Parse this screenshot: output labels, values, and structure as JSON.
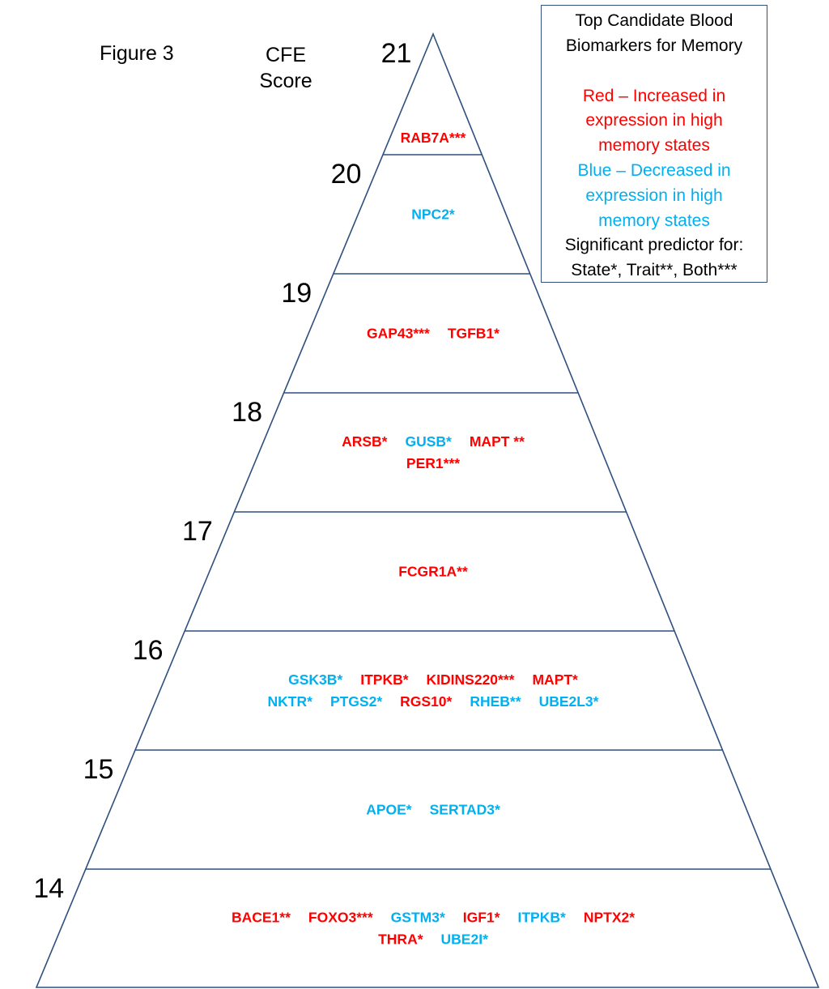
{
  "figure_label": "Figure 3",
  "score_header": [
    "CFE",
    "Score"
  ],
  "legend": {
    "title": [
      "Top Candidate Blood",
      "Biomarkers for Memory"
    ],
    "red_text": [
      "Red – Increased in",
      "expression in high",
      "memory states"
    ],
    "blue_text": [
      "Blue – Decreased in",
      "expression in high",
      "memory states"
    ],
    "predictor_text": [
      "Significant predictor for:",
      "State*, Trait**, Both***"
    ]
  },
  "colors": {
    "increased": "#ff0000",
    "decreased": "#00b0f0",
    "outline": "#2f4f7f"
  },
  "tiers": [
    {
      "score": "21",
      "lines": [
        [
          {
            "gene": "RAB7A***",
            "dir": "up"
          }
        ]
      ]
    },
    {
      "score": "20",
      "lines": [
        [
          {
            "gene": "NPC2*",
            "dir": "down"
          }
        ]
      ]
    },
    {
      "score": "19",
      "lines": [
        [
          {
            "gene": "GAP43***",
            "dir": "up"
          },
          {
            "gene": "TGFB1*",
            "dir": "up"
          }
        ]
      ]
    },
    {
      "score": "18",
      "lines": [
        [
          {
            "gene": "ARSB*",
            "dir": "up"
          },
          {
            "gene": "GUSB*",
            "dir": "down"
          },
          {
            "gene": "MAPT **",
            "dir": "up"
          }
        ],
        [
          {
            "gene": "PER1***",
            "dir": "up"
          }
        ]
      ]
    },
    {
      "score": "17",
      "lines": [
        [
          {
            "gene": "FCGR1A**",
            "dir": "up"
          }
        ]
      ]
    },
    {
      "score": "16",
      "lines": [
        [
          {
            "gene": "GSK3B*",
            "dir": "down"
          },
          {
            "gene": "ITPKB*",
            "dir": "up"
          },
          {
            "gene": "KIDINS220***",
            "dir": "up"
          },
          {
            "gene": "MAPT*",
            "dir": "up"
          }
        ],
        [
          {
            "gene": "NKTR*",
            "dir": "down"
          },
          {
            "gene": "PTGS2*",
            "dir": "down"
          },
          {
            "gene": "RGS10*",
            "dir": "up"
          },
          {
            "gene": "RHEB**",
            "dir": "down"
          },
          {
            "gene": "UBE2L3*",
            "dir": "down"
          }
        ]
      ]
    },
    {
      "score": "15",
      "lines": [
        [
          {
            "gene": "APOE*",
            "dir": "down"
          },
          {
            "gene": "SERTAD3*",
            "dir": "down"
          }
        ]
      ]
    },
    {
      "score": "14",
      "lines": [
        [
          {
            "gene": "BACE1**",
            "dir": "up"
          },
          {
            "gene": "FOXO3***",
            "dir": "up"
          },
          {
            "gene": "GSTM3*",
            "dir": "down"
          },
          {
            "gene": "IGF1*",
            "dir": "up"
          },
          {
            "gene": "ITPKB*",
            "dir": "down"
          },
          {
            "gene": "NPTX2*",
            "dir": "up"
          }
        ],
        [
          {
            "gene": "THRA*",
            "dir": "up"
          },
          {
            "gene": "UBE2I*",
            "dir": "down"
          }
        ]
      ]
    }
  ]
}
